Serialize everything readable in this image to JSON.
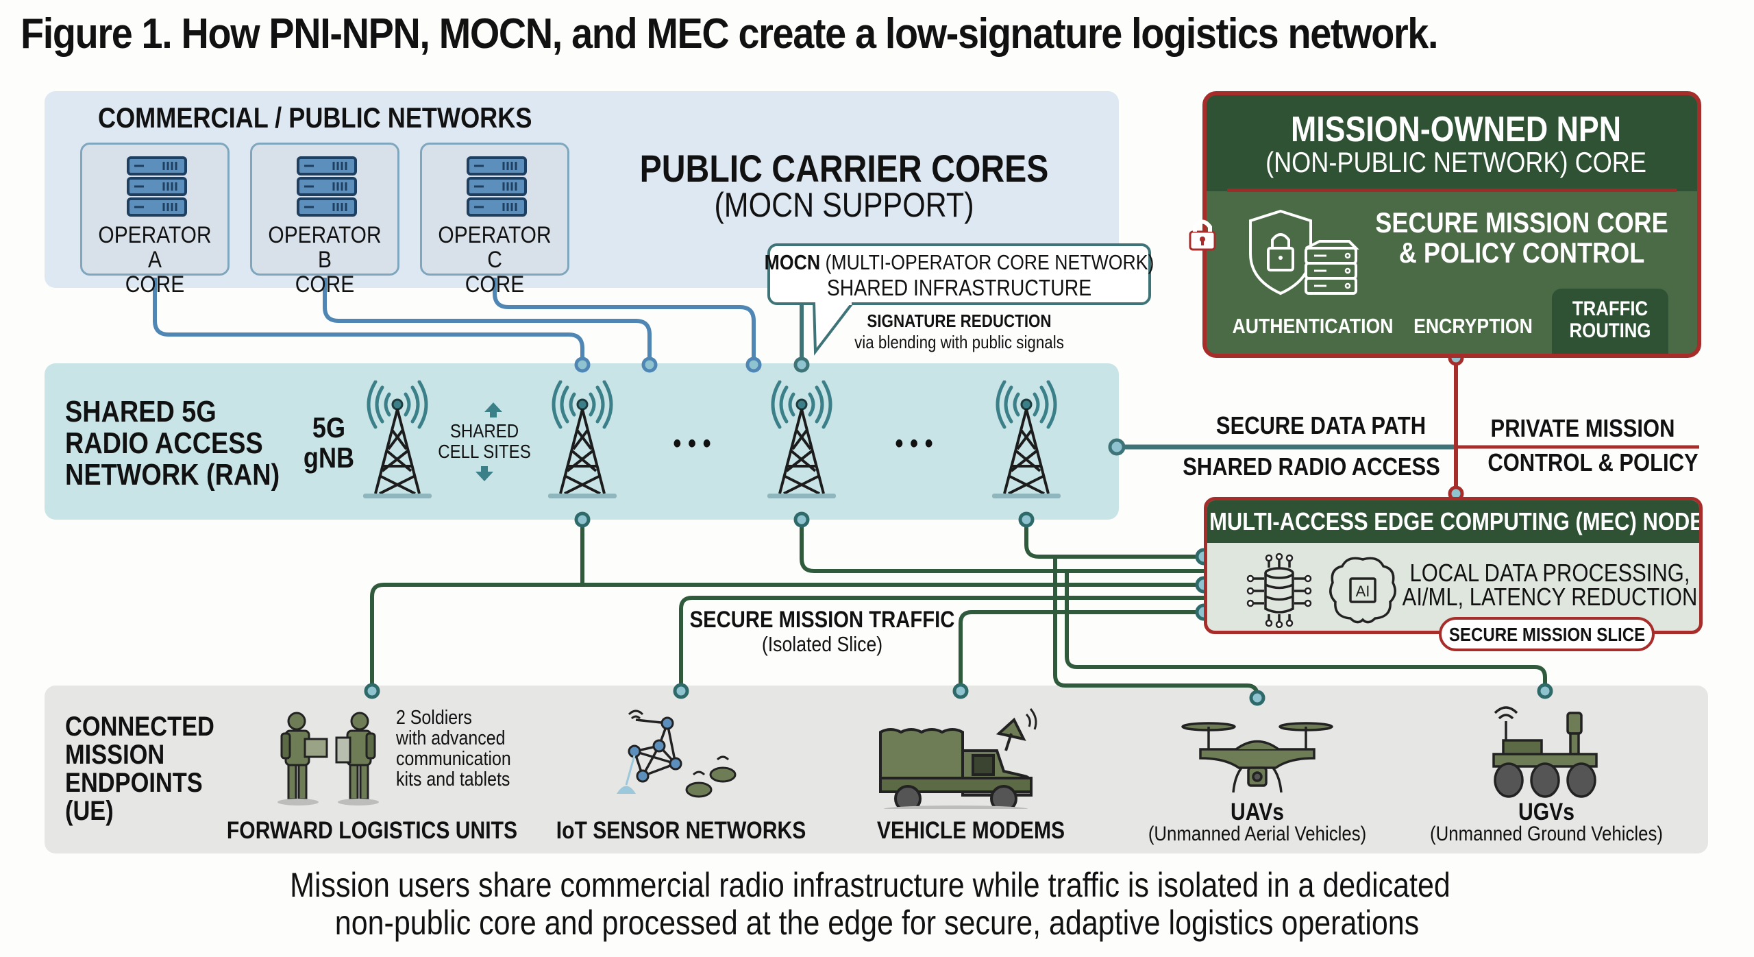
{
  "title": "Figure 1. How PNI-NPN, MOCN, and MEC create a low-signature logistics network.",
  "commercial": {
    "heading": "COMMERCIAL / PUBLIC NETWORKS",
    "operators": [
      {
        "line1": "OPERATOR A",
        "line2": "CORE",
        "icon": "server-rack-icon"
      },
      {
        "line1": "OPERATOR B",
        "line2": "CORE",
        "icon": "server-rack-icon"
      },
      {
        "line1": "OPERATOR C",
        "line2": "CORE",
        "icon": "server-rack-icon"
      }
    ],
    "carrier_title": "PUBLIC CARRIER CORES",
    "carrier_subtitle": "(MOCN SUPPORT)"
  },
  "mocn_callout": {
    "bold": "MOCN",
    "rest": "(MULTI-OPERATOR CORE NETWORK)",
    "line2": "SHARED INFRASTRUCTURE",
    "signature_title": "SIGNATURE REDUCTION",
    "signature_sub": "via blending with public signals"
  },
  "npn": {
    "title": "MISSION-OWNED NPN",
    "subtitle": "(NON-PUBLIC NETWORK) CORE",
    "core_line1": "SECURE MISSION CORE",
    "core_line2": "& POLICY CONTROL",
    "features": [
      "AUTHENTICATION",
      "ENCRYPTION"
    ],
    "traffic_line1": "TRAFFIC",
    "traffic_line2": "ROUTING"
  },
  "ran": {
    "heading_lines": [
      "SHARED 5G",
      "RADIO ACCESS",
      "NETWORK (RAN)"
    ],
    "gnb_lines": [
      "5G",
      "gNB"
    ],
    "shared_sites_lines": [
      "SHARED",
      "CELL SITES"
    ],
    "ellipsis": "• • •",
    "tower_count": 4
  },
  "paths": {
    "secure_data_path": "SECURE DATA PATH",
    "shared_radio_access": "SHARED RADIO ACCESS",
    "private_line1": "PRIVATE MISSION",
    "private_line2": "CONTROL & POLICY"
  },
  "mec": {
    "title": "MULTI-ACCESS EDGE COMPUTING (MEC) NODE",
    "line1": "LOCAL DATA PROCESSING,",
    "line2": "AI/ML, LATENCY REDUCTION",
    "ai_label": "AI",
    "slice_label": "SECURE MISSION SLICE"
  },
  "traffic_label": {
    "title": "SECURE MISSION TRAFFIC",
    "sub": "(Isolated Slice)"
  },
  "endpoints": {
    "heading_lines": [
      "CONNECTED",
      "MISSION",
      "ENDPOINTS",
      "(UE)"
    ],
    "soldiers_note": [
      "2 Soldiers",
      "with advanced",
      "communication",
      "kits and tablets"
    ],
    "items": [
      {
        "label": "FORWARD LOGISTICS UNITS",
        "sub": ""
      },
      {
        "label": "IoT SENSOR NETWORKS",
        "sub": ""
      },
      {
        "label": "VEHICLE MODEMS",
        "sub": ""
      },
      {
        "label": "UAVs",
        "sub": "(Unmanned Aerial Vehicles)"
      },
      {
        "label": "UGVs",
        "sub": "(Unmanned Ground Vehicles)"
      }
    ]
  },
  "caption": {
    "line1": "Mission users share commercial radio infrastructure while traffic is isolated in a dedicated",
    "line2": "non-public core and processed at the edge for secure, adaptive logistics operations"
  },
  "colors": {
    "commercial_bg": "#dde8f3",
    "ran_bg": "#c9e4e6",
    "endpoints_bg": "#e6e6e5",
    "npn_green": "#4b6a46",
    "npn_dark": "#2e5233",
    "secure_red": "#a72d2a",
    "public_line_blue": "#4f86b3",
    "shared_line_teal": "#3e7478",
    "mission_line_green": "#2f5a3b",
    "olive": "#6f7d56"
  }
}
